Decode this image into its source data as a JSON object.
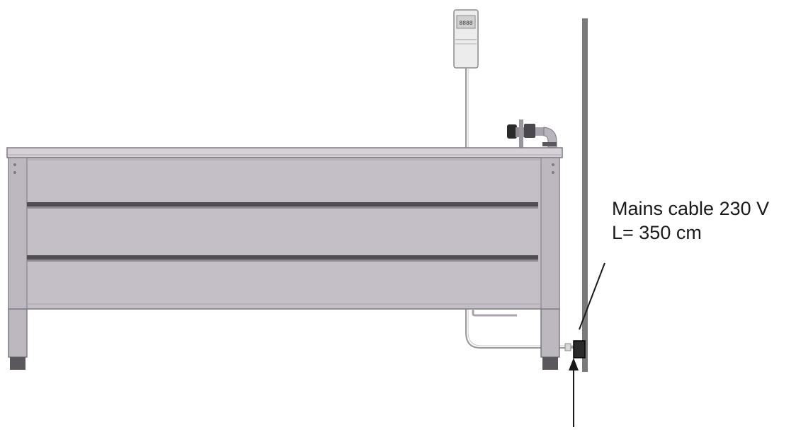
{
  "annotation": {
    "cable_title": "Mains cable 230 V",
    "cable_length": "L= 350 cm"
  },
  "control_unit": {
    "display_text": "8888"
  },
  "colors": {
    "tank_body": "#c4bec6",
    "tank_dark": "#a9a4ac",
    "tank_edge": "#7d7a80",
    "rail": "#4f4c52",
    "wall": "#7a7a7a",
    "ink": "#1a1a1a"
  }
}
